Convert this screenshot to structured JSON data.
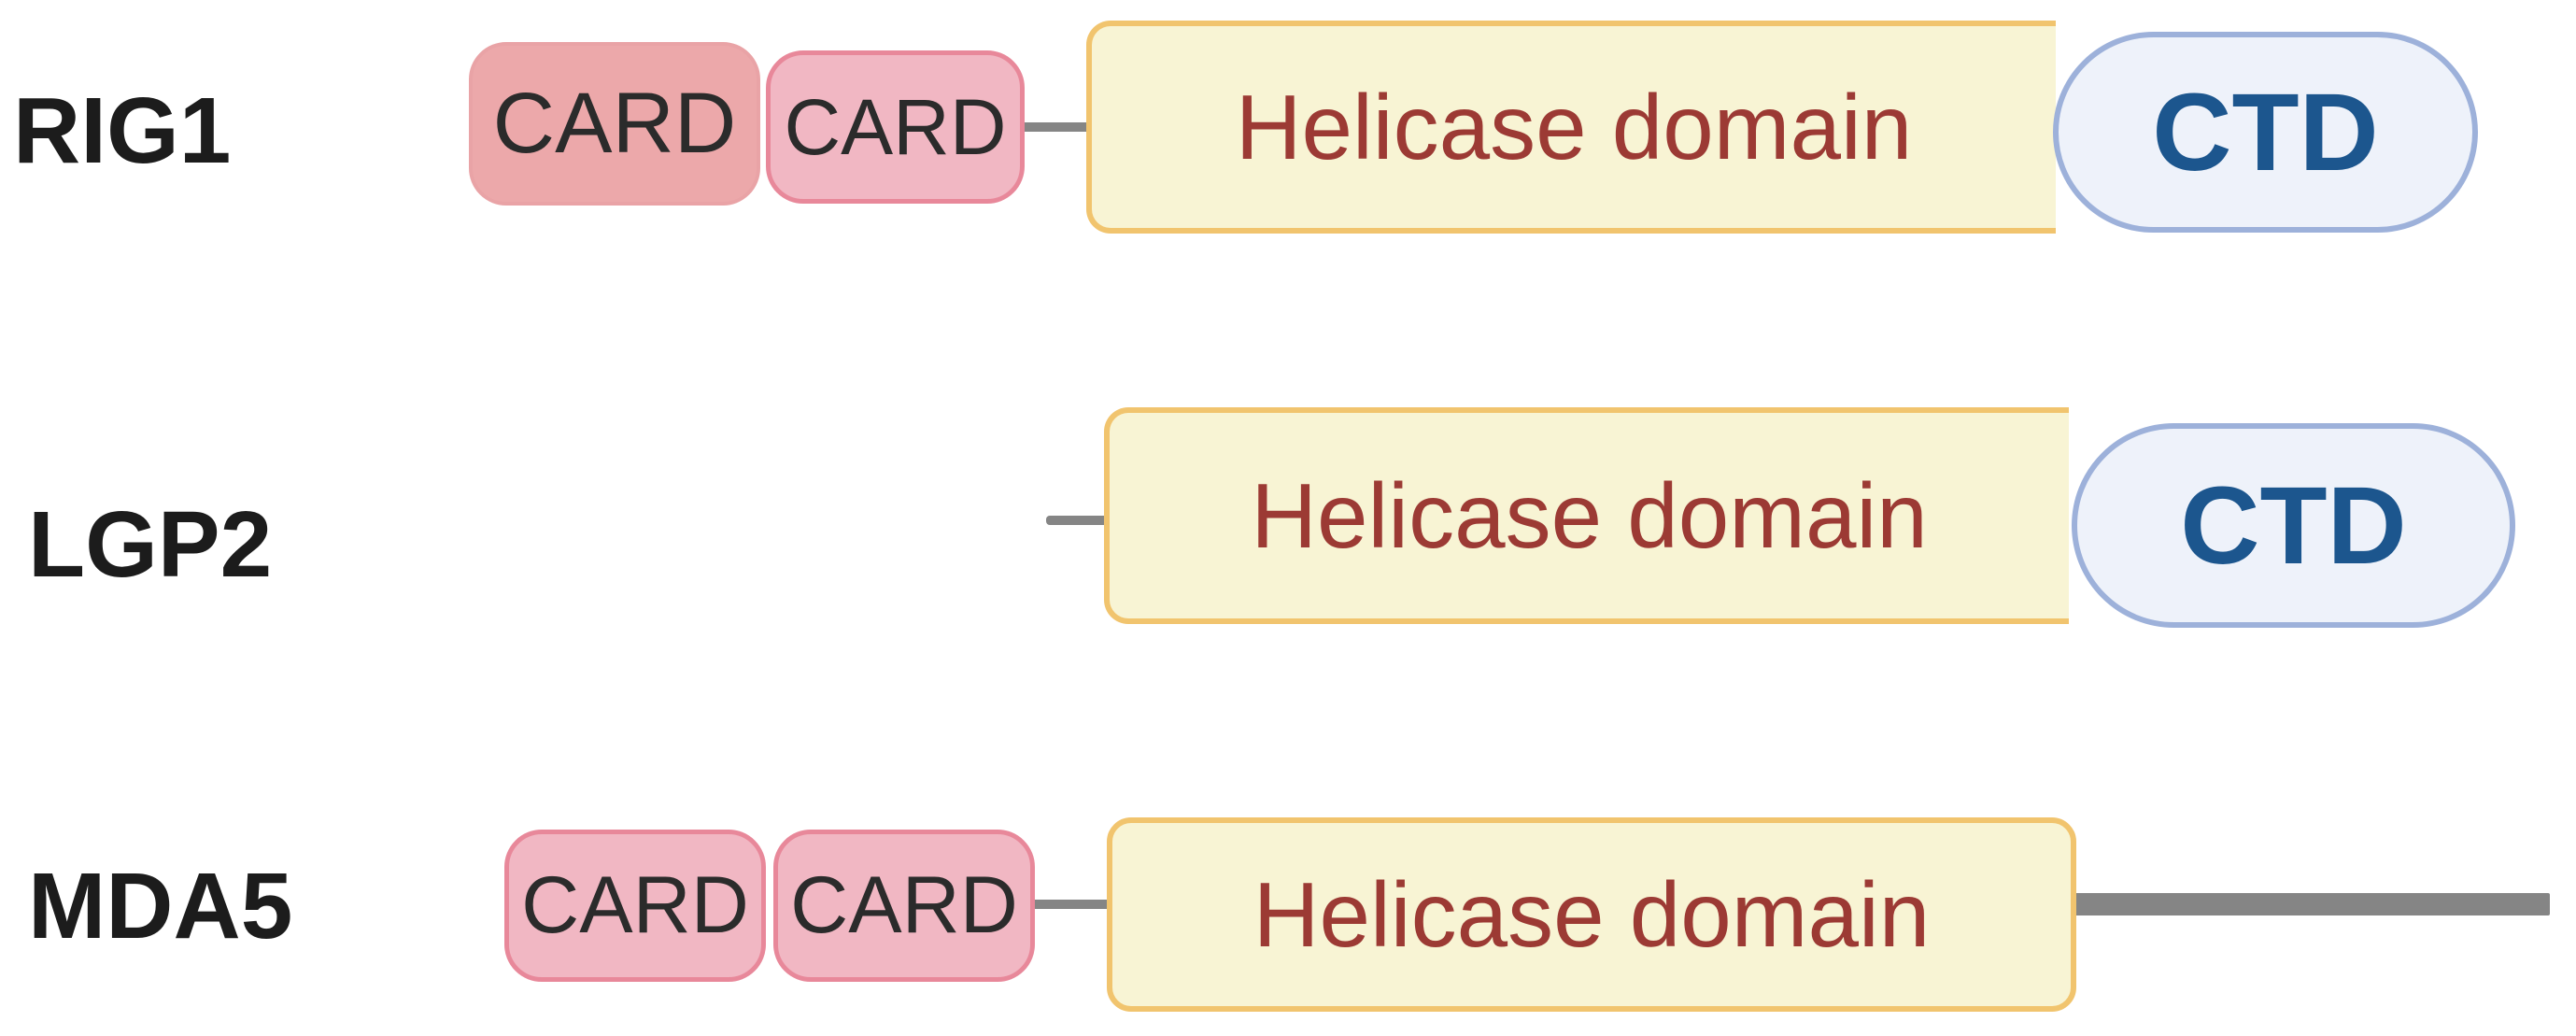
{
  "proteins": [
    {
      "name": "RIG1",
      "card_labels": [
        "CARD",
        "CARD"
      ],
      "helicase_label": "Helicase domain",
      "ctd_label": "CTD"
    },
    {
      "name": "LGP2",
      "helicase_label": "Helicase domain",
      "ctd_label": "CTD"
    },
    {
      "name": "MDA5",
      "card_labels": [
        "CARD",
        "CARD"
      ],
      "helicase_label": "Helicase domain"
    }
  ],
  "colors": {
    "card_fill": "#f1b7c3",
    "card_border": "#e8889a",
    "helicase_fill": "#f8f4d4",
    "helicase_border": "#f1c46e",
    "helicase_text": "#9c3a34",
    "ctd_fill": "#eef2fa",
    "ctd_border": "#9db1da",
    "ctd_text": "#1c568e",
    "linker": "#858585"
  }
}
